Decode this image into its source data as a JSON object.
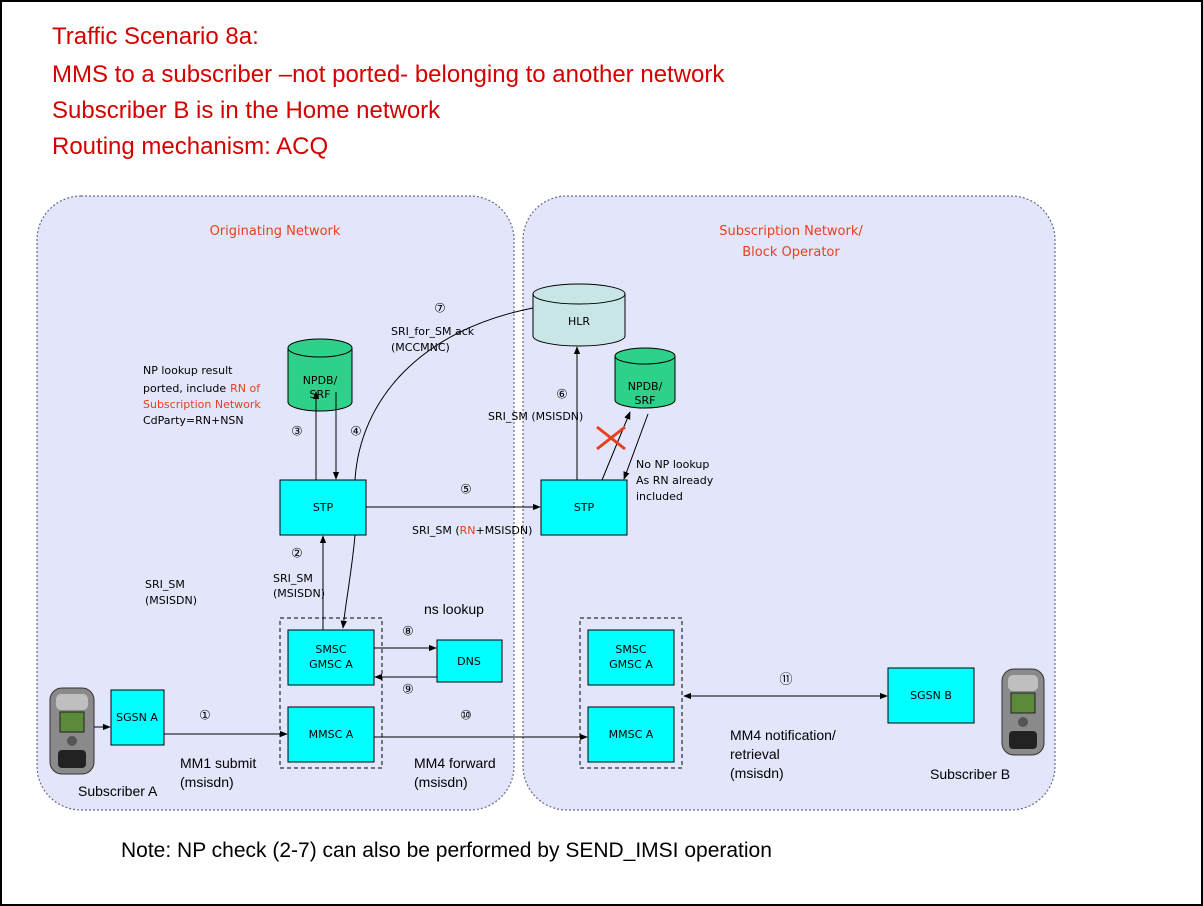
{
  "title_lines": [
    "Traffic Scenario 8a:",
    "MMS to a subscriber –not ported- belonging to another network",
    "Subscriber B is in the Home network",
    "Routing mechanism: ACQ"
  ],
  "networks": {
    "originating": "Originating Network",
    "subscription_line1": "Subscription Network/",
    "subscription_line2": "Block Operator"
  },
  "nodes": {
    "npdb_left": [
      "NPDB/",
      "SRF"
    ],
    "npdb_right": [
      "NPDB/",
      "SRF"
    ],
    "hlr": "HLR",
    "stp_left": "STP",
    "stp_right": "STP",
    "smsc_left": [
      "SMSC",
      "GMSC A"
    ],
    "smsc_right": [
      "SMSC",
      "GMSC A"
    ],
    "dns": "DNS",
    "mmsc_left": "MMSC A",
    "mmsc_right": "MMSC A",
    "sgsn_a": "SGSN A",
    "sgsn_b": "SGSN B"
  },
  "labels": {
    "np_lookup_1": "NP lookup result",
    "np_lookup_2": "ported, include",
    "np_lookup_2_red": "RN of",
    "np_lookup_3_red": "Subscription Network",
    "np_lookup_4": "CdParty=RN+NSN",
    "sri_ack_1": "SRI_for_SM ack",
    "sri_ack_2": "(MCCMNC)",
    "sri_sm_msisdn_right": "SRI_SM (MSISDN)",
    "no_np_1": "No NP lookup",
    "no_np_2": "As RN already",
    "no_np_3": "included",
    "sri_rn_pre": "SRI_SM (",
    "sri_rn_red": "RN",
    "sri_rn_post": "+MSISDN)",
    "sri_sm_2_1": "SRI_SM",
    "sri_sm_2_2": "(MSISDN)",
    "sri_sm_left_1": "SRI_SM",
    "sri_sm_left_2": "(MSISDN)",
    "ns_lookup": "ns lookup",
    "mm1_1": "MM1 submit",
    "mm1_2": "(msisdn)",
    "mm4f_1": "MM4 forward",
    "mm4f_2": "(msisdn)",
    "mm4n_1": "MM4 notification/",
    "mm4n_2": "retrieval",
    "mm4n_3": "(msisdn)",
    "subscriber_a": "Subscriber A",
    "subscriber_b": "Subscriber B"
  },
  "steps": [
    "①",
    "②",
    "③",
    "④",
    "⑤",
    "⑥",
    "⑦",
    "⑧",
    "⑨",
    "⑩",
    "⑪"
  ],
  "note": "Note: NP check (2-7) can also be performed by SEND_IMSI operation",
  "colors": {
    "title": "#d40000",
    "accent": "#e8401a",
    "box": "#00ffff",
    "cylinder": "#2fd08a",
    "hlr": "#c8e6e6",
    "network_bg": "#e3e6fb"
  }
}
